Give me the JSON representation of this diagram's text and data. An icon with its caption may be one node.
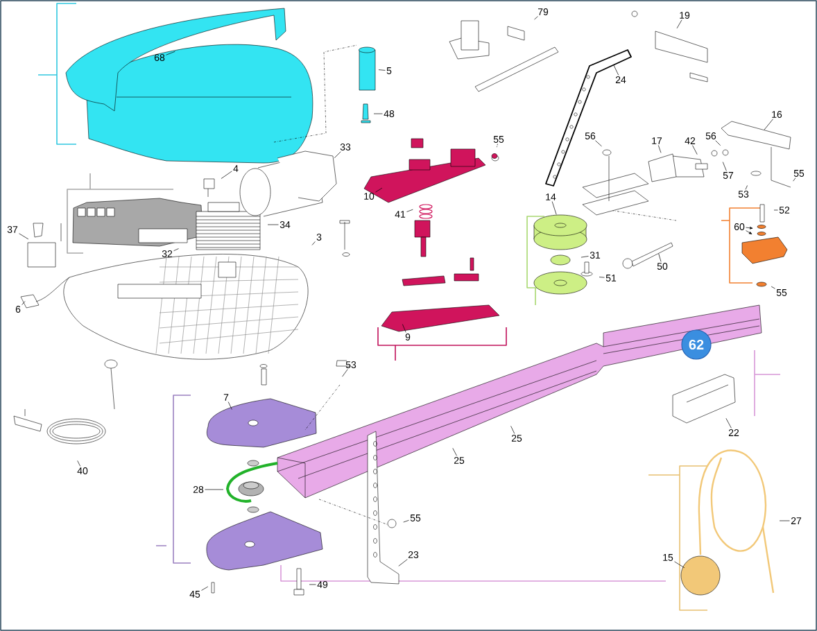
{
  "diagram": {
    "nodes": [
      {
        "text": [
          "68"
        ]
      },
      {
        "text": [
          "5"
        ]
      },
      {
        "text": [
          "48"
        ]
      },
      {
        "text": [
          "79"
        ]
      },
      {
        "text": [
          "19"
        ]
      },
      {
        "text": [
          "24"
        ]
      },
      {
        "text": [
          "33"
        ]
      },
      {
        "text": [
          "55"
        ]
      },
      {
        "text": [
          "4"
        ]
      },
      {
        "text": [
          "16"
        ]
      },
      {
        "text": [
          "56"
        ]
      },
      {
        "text": [
          "17"
        ]
      },
      {
        "text": [
          "42"
        ]
      },
      {
        "text": [
          "56"
        ]
      },
      {
        "text": [
          "10"
        ]
      },
      {
        "text": [
          "57"
        ]
      },
      {
        "text": [
          "53"
        ]
      },
      {
        "text": [
          "55"
        ]
      },
      {
        "text": [
          "14"
        ]
      },
      {
        "text": [
          "52"
        ]
      },
      {
        "text": [
          "41"
        ]
      },
      {
        "text": [
          "34"
        ]
      },
      {
        "text": [
          "60"
        ]
      },
      {
        "text": [
          "37"
        ]
      },
      {
        "text": [
          "3"
        ]
      },
      {
        "text": [
          "32"
        ]
      },
      {
        "text": [
          "31"
        ]
      },
      {
        "text": [
          "50"
        ]
      },
      {
        "text": [
          "51"
        ]
      },
      {
        "text": [
          "55"
        ]
      },
      {
        "text": [
          "6"
        ]
      },
      {
        "text": [
          "9"
        ]
      },
      {
        "text": [
          "62"
        ]
      },
      {
        "text": [
          "53"
        ]
      },
      {
        "text": [
          "7"
        ]
      },
      {
        "text": [
          "22"
        ]
      },
      {
        "text": [
          "25"
        ]
      },
      {
        "text": [
          "25"
        ]
      },
      {
        "text": [
          "40"
        ]
      },
      {
        "text": [
          "28"
        ]
      },
      {
        "text": [
          "55"
        ]
      },
      {
        "text": [
          "27"
        ]
      },
      {
        "text": [
          "23"
        ]
      },
      {
        "text": [
          "15"
        ]
      },
      {
        "text": [
          "49"
        ]
      },
      {
        "text": [
          "45"
        ]
      }
    ],
    "edges": [
      {
        "from": 0,
        "to": null,
        "arrow": "none"
      },
      {
        "from": 1,
        "to": null,
        "arrow": "none"
      },
      {
        "from": 2,
        "to": null,
        "arrow": "none"
      },
      {
        "from": 3,
        "to": null,
        "arrow": "none"
      },
      {
        "from": 4,
        "to": null,
        "arrow": "none"
      },
      {
        "from": 5,
        "to": null,
        "arrow": "none"
      },
      {
        "from": 6,
        "to": null,
        "arrow": "none"
      },
      {
        "from": 7,
        "to": null,
        "arrow": "none",
        "style": "dashed"
      },
      {
        "from": 8,
        "to": null,
        "arrow": "none"
      },
      {
        "from": 9,
        "to": null,
        "arrow": "none"
      },
      {
        "from": 10,
        "to": null,
        "arrow": "none"
      },
      {
        "from": 11,
        "to": null,
        "arrow": "none"
      },
      {
        "from": 12,
        "to": null,
        "arrow": "none"
      },
      {
        "from": 13,
        "to": null,
        "arrow": "none"
      },
      {
        "from": 14,
        "to": null,
        "arrow": "none"
      },
      {
        "from": 15,
        "to": null,
        "arrow": "none"
      },
      {
        "from": 16,
        "to": null,
        "arrow": "none"
      },
      {
        "from": 17,
        "to": null,
        "arrow": "none"
      },
      {
        "from": 18,
        "to": null,
        "arrow": "none"
      },
      {
        "from": 19,
        "to": null,
        "arrow": "none"
      },
      {
        "from": 20,
        "to": null,
        "arrow": "none"
      },
      {
        "from": 21,
        "to": null,
        "arrow": "none"
      },
      {
        "from": 22,
        "to": null,
        "arrow": "to"
      },
      {
        "from": 22,
        "to": null,
        "arrow": "to"
      },
      {
        "from": 23,
        "to": null,
        "arrow": "none"
      },
      {
        "from": 24,
        "to": null,
        "arrow": "none"
      },
      {
        "from": 25,
        "to": null,
        "arrow": "none"
      },
      {
        "from": 26,
        "to": null,
        "arrow": "none"
      },
      {
        "from": 27,
        "to": null,
        "arrow": "none"
      },
      {
        "from": 28,
        "to": null,
        "arrow": "none"
      },
      {
        "from": 29,
        "to": null,
        "arrow": "none"
      },
      {
        "from": 30,
        "to": null,
        "arrow": "none"
      },
      {
        "from": 31,
        "to": null,
        "arrow": "none"
      },
      {
        "from": 33,
        "to": null,
        "arrow": "none"
      },
      {
        "from": 34,
        "to": null,
        "arrow": "none"
      },
      {
        "from": 35,
        "to": null,
        "arrow": "none"
      },
      {
        "from": 36,
        "to": null,
        "arrow": "none"
      },
      {
        "from": 37,
        "to": null,
        "arrow": "none"
      },
      {
        "from": 38,
        "to": null,
        "arrow": "none"
      },
      {
        "from": 39,
        "to": null,
        "arrow": "none"
      },
      {
        "from": 40,
        "to": null,
        "arrow": "none"
      },
      {
        "from": 41,
        "to": null,
        "arrow": "none"
      },
      {
        "from": 42,
        "to": null,
        "arrow": "none"
      },
      {
        "from": 43,
        "to": null,
        "arrow": "none"
      },
      {
        "from": 44,
        "to": null,
        "arrow": "none"
      },
      {
        "from": 45,
        "to": null,
        "arrow": "none"
      }
    ]
  }
}
